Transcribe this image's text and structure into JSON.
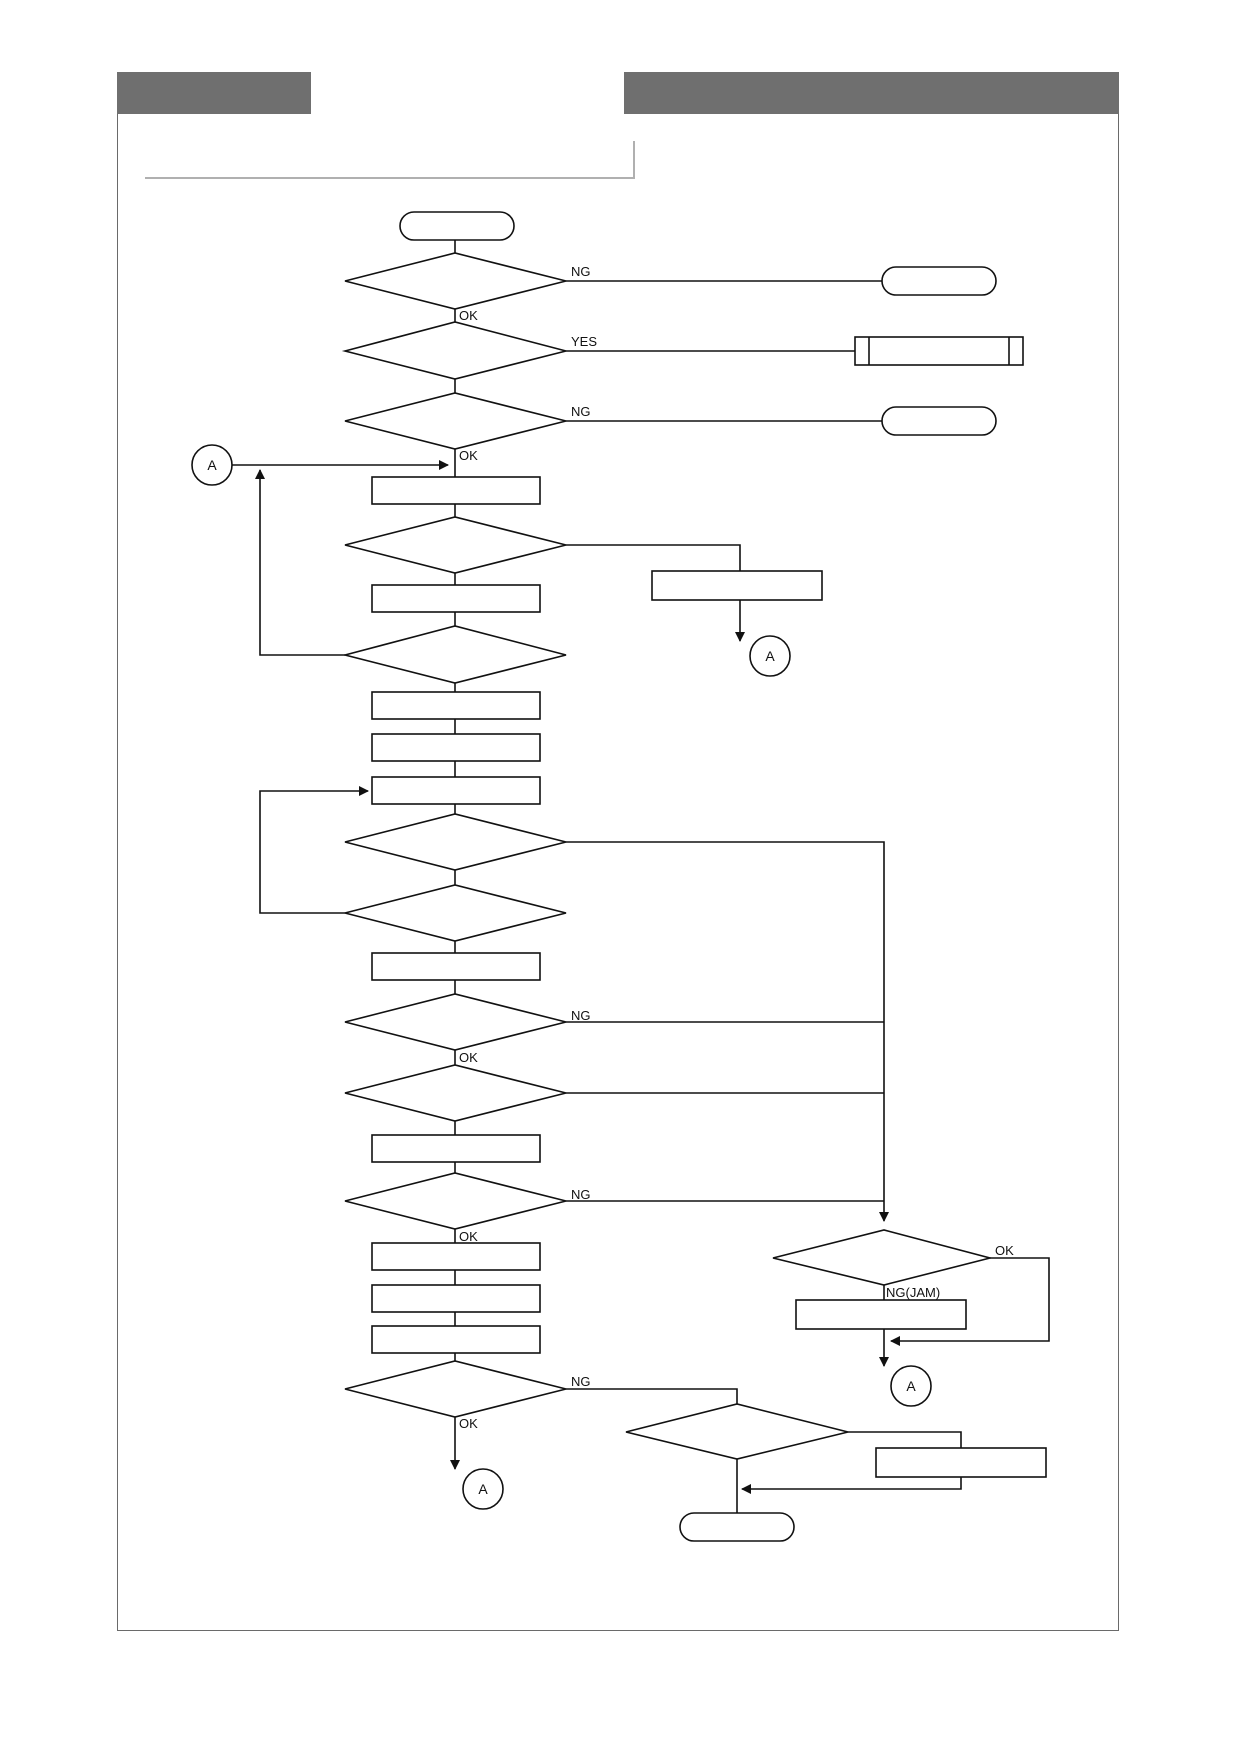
{
  "labels": {
    "ng": "NG",
    "ok": "OK",
    "yes": "YES",
    "ng_jam": "NG(JAM)",
    "connector": "A"
  },
  "colors": {
    "header_band": "#6f6f6f",
    "frame": "#6a6a6a",
    "line": "#111111"
  }
}
